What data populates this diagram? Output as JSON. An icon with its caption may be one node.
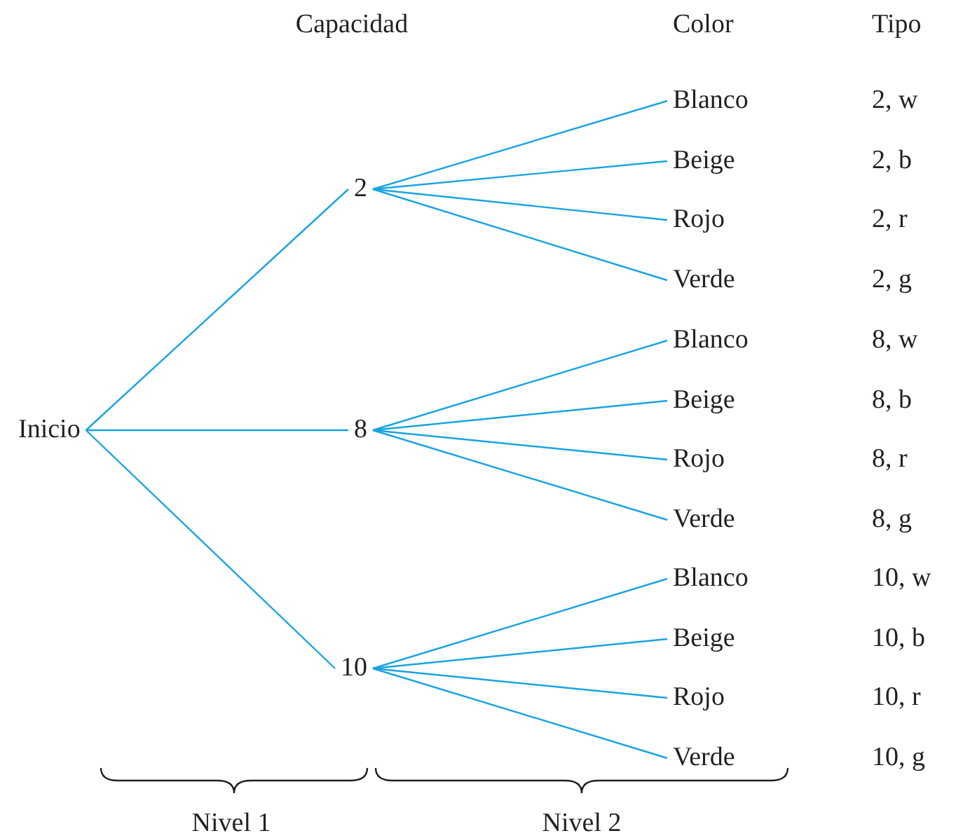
{
  "diagram": {
    "nodes": [
      {
        "text": [
          "Inicio"
        ]
      },
      {
        "text": [
          "2"
        ]
      },
      {
        "text": [
          "8"
        ]
      },
      {
        "text": [
          "10"
        ]
      },
      {
        "text": [
          "Blanco"
        ]
      },
      {
        "text": [
          "Beige"
        ]
      },
      {
        "text": [
          "Rojo"
        ]
      },
      {
        "text": [
          "Verde"
        ]
      },
      {
        "text": [
          "Blanco"
        ]
      },
      {
        "text": [
          "Beige"
        ]
      },
      {
        "text": [
          "Rojo"
        ]
      },
      {
        "text": [
          "Verde"
        ]
      },
      {
        "text": [
          "Blanco"
        ]
      },
      {
        "text": [
          "Beige"
        ]
      },
      {
        "text": [
          "Rojo"
        ]
      },
      {
        "text": [
          "Verde"
        ]
      }
    ],
    "edges": [
      {
        "from": 0,
        "to": 1,
        "arrow": "none"
      },
      {
        "from": 0,
        "to": 2,
        "arrow": "none"
      },
      {
        "from": 0,
        "to": 3,
        "arrow": "none"
      },
      {
        "from": 1,
        "to": 4,
        "arrow": "none"
      },
      {
        "from": 1,
        "to": 5,
        "arrow": "none"
      },
      {
        "from": 1,
        "to": 6,
        "arrow": "none"
      },
      {
        "from": 1,
        "to": 7,
        "arrow": "none"
      },
      {
        "from": 2,
        "to": 8,
        "arrow": "none"
      },
      {
        "from": 2,
        "to": 9,
        "arrow": "none"
      },
      {
        "from": 2,
        "to": 10,
        "arrow": "none"
      },
      {
        "from": 2,
        "to": 11,
        "arrow": "none"
      },
      {
        "from": 3,
        "to": 12,
        "arrow": "none"
      },
      {
        "from": 3,
        "to": 13,
        "arrow": "none"
      },
      {
        "from": 3,
        "to": 14,
        "arrow": "none"
      },
      {
        "from": 3,
        "to": 15,
        "arrow": "none"
      }
    ],
    "labels": [
      "Capacidad",
      "Color",
      "Tipo",
      "2, w",
      "2, b",
      "2, r",
      "2, g",
      "8, w",
      "8, b",
      "8, r",
      "8, g",
      "10, w",
      "10, b",
      "10, r",
      "10, g",
      "Nivel 1",
      "Nivel 2"
    ]
  }
}
